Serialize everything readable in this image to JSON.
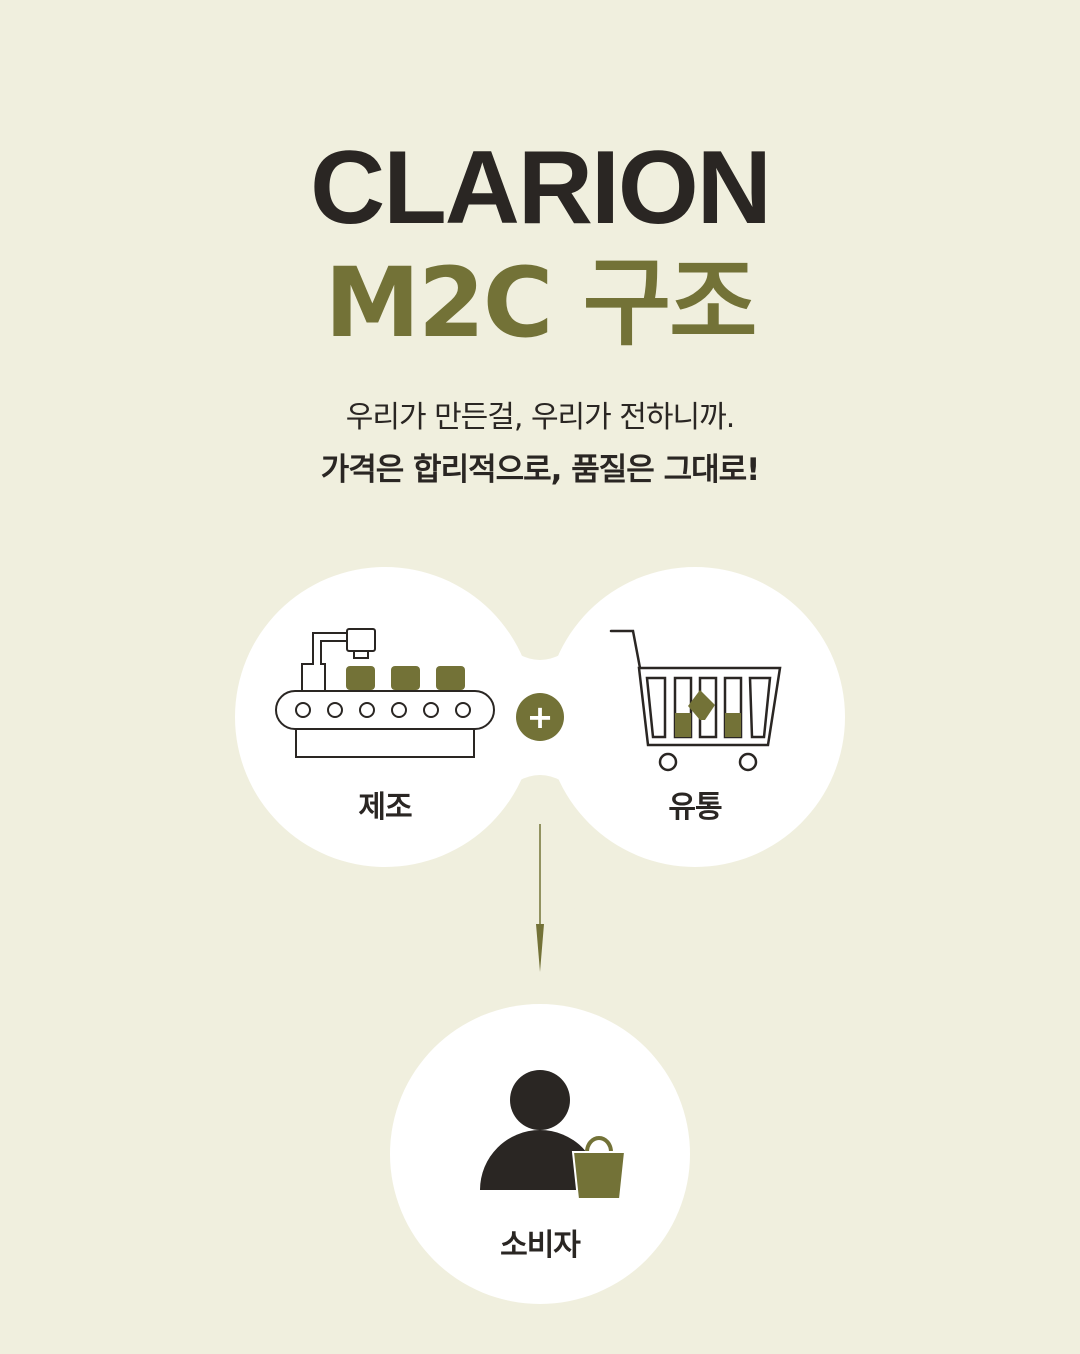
{
  "brand": "CLARION",
  "title": "M2C 구조",
  "tagline": "우리가 만든걸, 우리가 전하니까.",
  "headline": "가격은 합리적으로, 품질은 그대로!",
  "nodes": {
    "manufacture": "제조",
    "distribution": "유통",
    "consumer": "소비자"
  },
  "operator": "+",
  "colors": {
    "background": "#f0efde",
    "accent": "#737237",
    "dark": "#2a2623"
  }
}
